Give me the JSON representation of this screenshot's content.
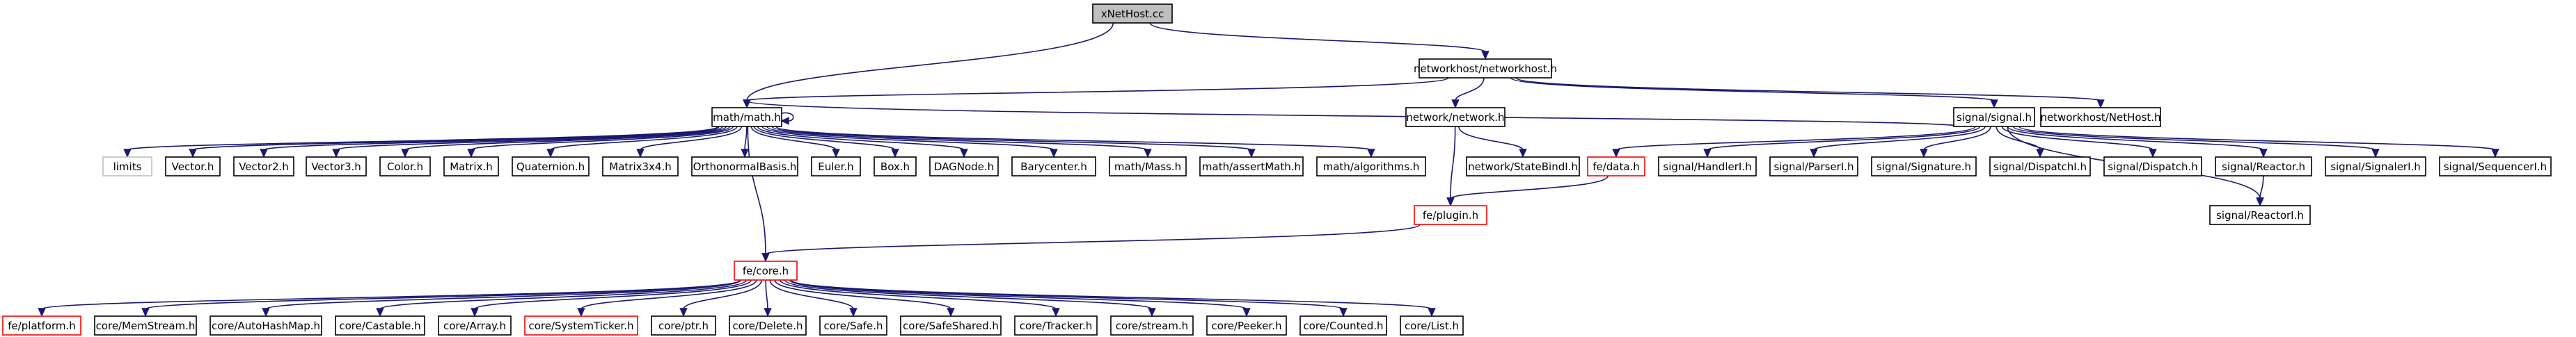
{
  "colors": {
    "edge": "#191970",
    "root_fill": "#bfbfbf",
    "node_border": "#000000",
    "missing_border": "#ff0000",
    "nofile_border": "#bfbfbf",
    "text": "#000000"
  },
  "nodes": [
    {
      "id": "xNetHost",
      "label": "xNetHost.cc",
      "style": "root"
    },
    {
      "id": "networkhost",
      "label": "networkhost/networkhost.h",
      "style": "normal"
    },
    {
      "id": "math",
      "label": "math/math.h",
      "style": "normal"
    },
    {
      "id": "network",
      "label": "network/network.h",
      "style": "normal"
    },
    {
      "id": "signal",
      "label": "signal/signal.h",
      "style": "normal"
    },
    {
      "id": "NetHost",
      "label": "networkhost/NetHost.h",
      "style": "normal"
    },
    {
      "id": "limits",
      "label": "limits",
      "style": "nofile"
    },
    {
      "id": "Vector",
      "label": "Vector.h",
      "style": "normal"
    },
    {
      "id": "Vector2",
      "label": "Vector2.h",
      "style": "normal"
    },
    {
      "id": "Vector3",
      "label": "Vector3.h",
      "style": "normal"
    },
    {
      "id": "Color",
      "label": "Color.h",
      "style": "normal"
    },
    {
      "id": "Matrix",
      "label": "Matrix.h",
      "style": "normal"
    },
    {
      "id": "Quaternion",
      "label": "Quaternion.h",
      "style": "normal"
    },
    {
      "id": "Matrix3x4",
      "label": "Matrix3x4.h",
      "style": "normal"
    },
    {
      "id": "Orthonormal",
      "label": "OrthonormalBasis.h",
      "style": "normal"
    },
    {
      "id": "Euler",
      "label": "Euler.h",
      "style": "normal"
    },
    {
      "id": "Box",
      "label": "Box.h",
      "style": "normal"
    },
    {
      "id": "DAGNode",
      "label": "DAGNode.h",
      "style": "normal"
    },
    {
      "id": "Barycenter",
      "label": "Barycenter.h",
      "style": "normal"
    },
    {
      "id": "Mass",
      "label": "math/Mass.h",
      "style": "normal"
    },
    {
      "id": "assertMath",
      "label": "math/assertMath.h",
      "style": "normal"
    },
    {
      "id": "algorithms",
      "label": "math/algorithms.h",
      "style": "normal"
    },
    {
      "id": "StateBindI",
      "label": "network/StateBindI.h",
      "style": "normal"
    },
    {
      "id": "data",
      "label": "fe/data.h",
      "style": "missing"
    },
    {
      "id": "HandlerI",
      "label": "signal/HandlerI.h",
      "style": "normal"
    },
    {
      "id": "ParserI",
      "label": "signal/ParserI.h",
      "style": "normal"
    },
    {
      "id": "Signature",
      "label": "signal/Signature.h",
      "style": "normal"
    },
    {
      "id": "DispatchI",
      "label": "signal/DispatchI.h",
      "style": "normal"
    },
    {
      "id": "Dispatch",
      "label": "signal/Dispatch.h",
      "style": "normal"
    },
    {
      "id": "Reactor",
      "label": "signal/Reactor.h",
      "style": "normal"
    },
    {
      "id": "SignalerI",
      "label": "signal/SignalerI.h",
      "style": "normal"
    },
    {
      "id": "SequencerI",
      "label": "signal/SequencerI.h",
      "style": "normal"
    },
    {
      "id": "ReactorI",
      "label": "signal/ReactorI.h",
      "style": "normal"
    },
    {
      "id": "plugin",
      "label": "fe/plugin.h",
      "style": "missing"
    },
    {
      "id": "core",
      "label": "fe/core.h",
      "style": "missing"
    },
    {
      "id": "platform",
      "label": "fe/platform.h",
      "style": "missing"
    },
    {
      "id": "MemStream",
      "label": "core/MemStream.h",
      "style": "normal"
    },
    {
      "id": "AutoHashMap",
      "label": "core/AutoHashMap.h",
      "style": "normal"
    },
    {
      "id": "Castable",
      "label": "core/Castable.h",
      "style": "normal"
    },
    {
      "id": "Array",
      "label": "core/Array.h",
      "style": "normal"
    },
    {
      "id": "SystemTicker",
      "label": "core/SystemTicker.h",
      "style": "missing"
    },
    {
      "id": "ptr",
      "label": "core/ptr.h",
      "style": "normal"
    },
    {
      "id": "Delete",
      "label": "core/Delete.h",
      "style": "normal"
    },
    {
      "id": "Safe",
      "label": "core/Safe.h",
      "style": "normal"
    },
    {
      "id": "SafeShared",
      "label": "core/SafeShared.h",
      "style": "normal"
    },
    {
      "id": "Tracker",
      "label": "core/Tracker.h",
      "style": "normal"
    },
    {
      "id": "stream",
      "label": "core/stream.h",
      "style": "normal"
    },
    {
      "id": "Peeker",
      "label": "core/Peeker.h",
      "style": "normal"
    },
    {
      "id": "Counted",
      "label": "core/Counted.h",
      "style": "normal"
    },
    {
      "id": "List",
      "label": "core/List.h",
      "style": "normal"
    }
  ],
  "edges": [
    [
      "xNetHost",
      "math"
    ],
    [
      "xNetHost",
      "networkhost"
    ],
    [
      "networkhost",
      "math"
    ],
    [
      "networkhost",
      "network"
    ],
    [
      "networkhost",
      "signal"
    ],
    [
      "networkhost",
      "NetHost"
    ],
    [
      "math",
      "math"
    ],
    [
      "math",
      "limits"
    ],
    [
      "math",
      "Vector"
    ],
    [
      "math",
      "Vector2"
    ],
    [
      "math",
      "Vector3"
    ],
    [
      "math",
      "Color"
    ],
    [
      "math",
      "Matrix"
    ],
    [
      "math",
      "Quaternion"
    ],
    [
      "math",
      "Matrix3x4"
    ],
    [
      "math",
      "Orthonormal"
    ],
    [
      "math",
      "Euler"
    ],
    [
      "math",
      "Box"
    ],
    [
      "math",
      "DAGNode"
    ],
    [
      "math",
      "Barycenter"
    ],
    [
      "math",
      "Mass"
    ],
    [
      "math",
      "assertMath"
    ],
    [
      "math",
      "algorithms"
    ],
    [
      "math",
      "core"
    ],
    [
      "network",
      "plugin"
    ],
    [
      "network",
      "StateBindI"
    ],
    [
      "signal",
      "math"
    ],
    [
      "signal",
      "data"
    ],
    [
      "signal",
      "HandlerI"
    ],
    [
      "signal",
      "ParserI"
    ],
    [
      "signal",
      "Signature"
    ],
    [
      "signal",
      "DispatchI"
    ],
    [
      "signal",
      "Dispatch"
    ],
    [
      "signal",
      "Reactor"
    ],
    [
      "signal",
      "SignalerI"
    ],
    [
      "signal",
      "SequencerI"
    ],
    [
      "signal",
      "ReactorI"
    ],
    [
      "Reactor",
      "ReactorI"
    ],
    [
      "data",
      "plugin"
    ],
    [
      "plugin",
      "core"
    ],
    [
      "core",
      "platform"
    ],
    [
      "core",
      "MemStream"
    ],
    [
      "core",
      "AutoHashMap"
    ],
    [
      "core",
      "Castable"
    ],
    [
      "core",
      "Array"
    ],
    [
      "core",
      "SystemTicker"
    ],
    [
      "core",
      "ptr"
    ],
    [
      "core",
      "Delete"
    ],
    [
      "core",
      "Safe"
    ],
    [
      "core",
      "SafeShared"
    ],
    [
      "core",
      "Tracker"
    ],
    [
      "core",
      "stream"
    ],
    [
      "core",
      "Peeker"
    ],
    [
      "core",
      "Counted"
    ],
    [
      "core",
      "List"
    ]
  ]
}
